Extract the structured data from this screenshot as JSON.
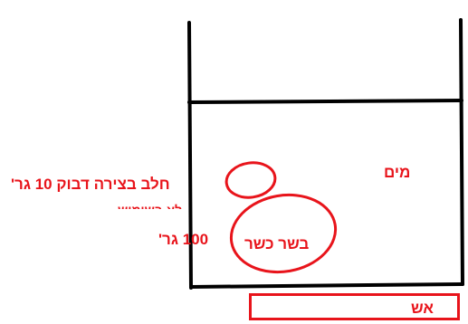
{
  "diagram": {
    "labels": {
      "water": "מים",
      "milk": "חלב בצירה דבוק  10 גר'",
      "milk_sub": "לא בשימוש",
      "meat": "בשר כשר",
      "meat_weight": "100 גר'",
      "fire": "אש"
    },
    "colors": {
      "ink": "#000000",
      "annotation": "#e8141b"
    }
  }
}
